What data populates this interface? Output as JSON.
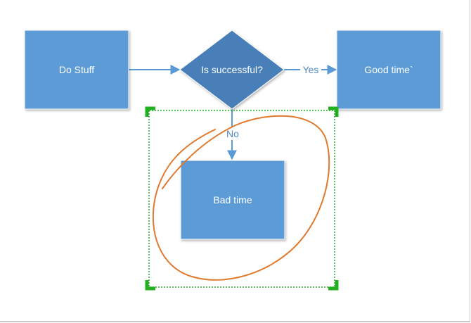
{
  "diagram": {
    "nodes": {
      "do_stuff": {
        "label": "Do Stuff",
        "shape": "rectangle"
      },
      "decision": {
        "label": "Is successful?",
        "shape": "diamond"
      },
      "good_time": {
        "label": "Good time`",
        "shape": "rectangle"
      },
      "bad_time": {
        "label": "Bad time",
        "shape": "rectangle"
      }
    },
    "edges": {
      "do_to_decision": {
        "from": "Do Stuff",
        "to": "Is successful?",
        "label": ""
      },
      "decision_yes": {
        "from": "Is successful?",
        "to": "Good time`",
        "label": "Yes"
      },
      "decision_no": {
        "from": "Is successful?",
        "to": "Bad time",
        "label": "No"
      }
    },
    "selection": {
      "shown": true,
      "border": "dotted",
      "handles": 4
    },
    "annotation": {
      "type": "hand-drawn-circle"
    },
    "colors": {
      "shape_fill": "#5b9bd5",
      "diamond_fill": "#4a7fb8",
      "shape_border": "#ffffff",
      "connector": "#5b9bd5",
      "connector_label": "#4f86c6",
      "selection": "#22b022",
      "annotation": "#e07a2e"
    }
  }
}
